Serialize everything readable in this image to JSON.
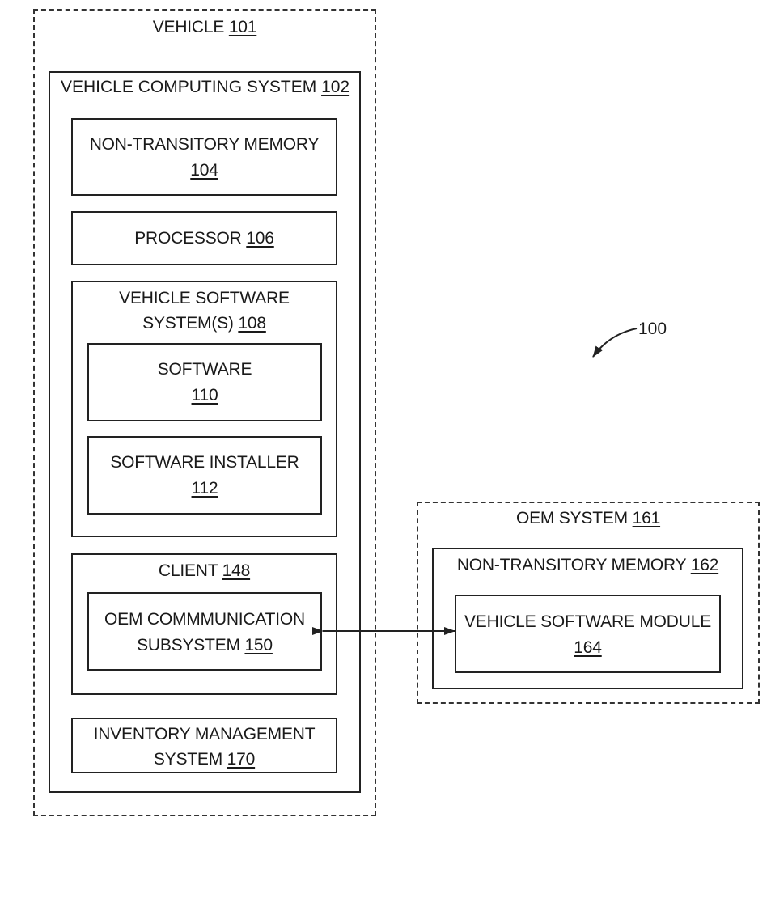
{
  "vehicle": {
    "label": "VEHICLE",
    "ref": "101"
  },
  "computing_system": {
    "label": "VEHICLE COMPUTING SYSTEM",
    "ref": "102"
  },
  "memory": {
    "label": "NON-TRANSITORY MEMORY",
    "ref": "104"
  },
  "processor": {
    "label": "PROCESSOR",
    "ref": "106"
  },
  "software_systems": {
    "line1": "VEHICLE SOFTWARE",
    "line2": "SYSTEM(S)",
    "ref": "108"
  },
  "software": {
    "label": "SOFTWARE",
    "ref": "110"
  },
  "installer": {
    "label": "SOFTWARE INSTALLER",
    "ref": "112"
  },
  "client": {
    "label": "CLIENT",
    "ref": "148"
  },
  "oem_comm": {
    "line1": "OEM COMMMUNICATION",
    "line2": "SUBSYSTEM",
    "ref": "150"
  },
  "inventory": {
    "line1": "INVENTORY MANAGEMENT",
    "line2": "SYSTEM",
    "ref": "170"
  },
  "oem_system": {
    "label": "OEM SYSTEM",
    "ref": "161"
  },
  "oem_memory": {
    "label": "NON-TRANSITORY MEMORY",
    "ref": "162"
  },
  "software_module": {
    "label": "VEHICLE SOFTWARE MODULE",
    "ref": "164"
  },
  "figure_ref": "100"
}
